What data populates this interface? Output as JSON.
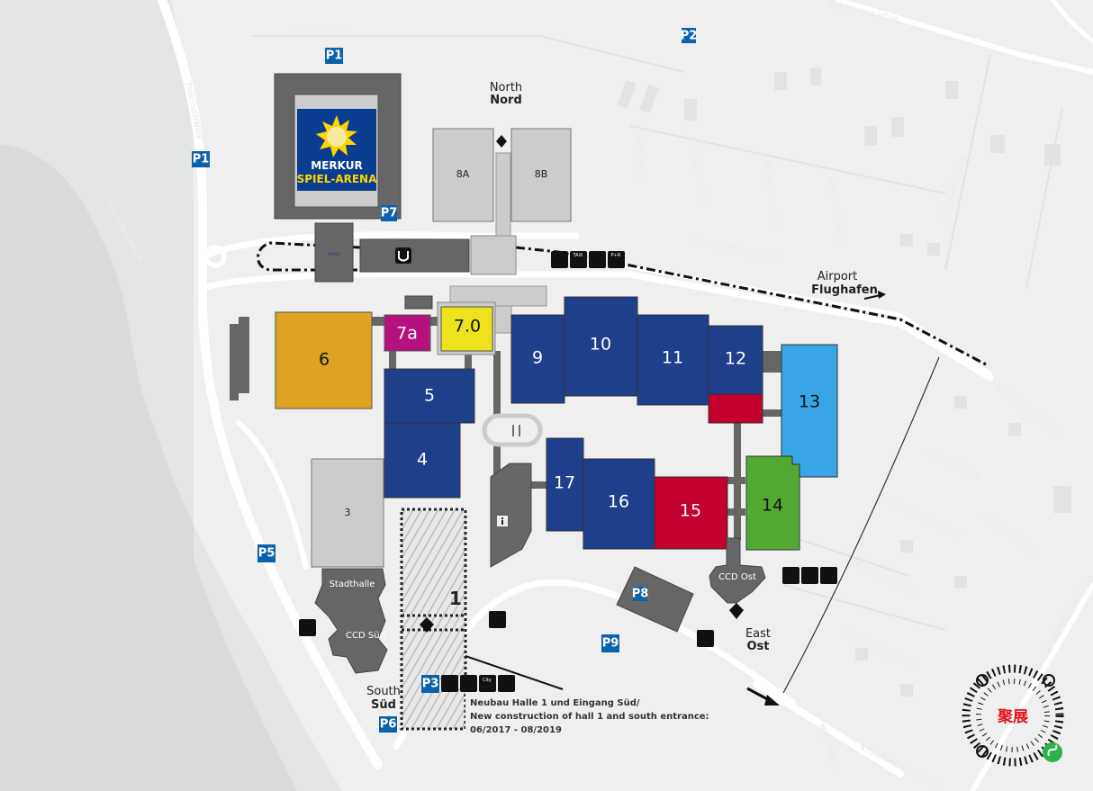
{
  "colors": {
    "background": "#efefef",
    "water": "#d9dcdb",
    "hall_blue": "#1e3f8a",
    "hall_red": "#c4002f",
    "hall_green": "#52a833",
    "hall_light_blue": "#38a6e6",
    "hall_yellow": "#ede21b",
    "hall_orange": "#dfa322",
    "hall_magenta": "#b5127f",
    "hall_gray": "#cccccc",
    "building_dark": "#666666",
    "parking_blue": "#0a62ac",
    "qr_red": "#e0141e",
    "qr_green": "#2bb24c"
  },
  "halls": {
    "h1": "1",
    "h3": "3",
    "h4": "4",
    "h5": "5",
    "h6": "6",
    "h7a": "7a",
    "h70": "7.0",
    "h8a": "8A",
    "h8b": "8B",
    "h9": "9",
    "h10": "10",
    "h11": "11",
    "h12": "12",
    "h13": "13",
    "h14": "14",
    "h15": "15",
    "h16": "16",
    "h17": "17"
  },
  "venues": {
    "arena_line1": "MERKUR",
    "arena_line2": "SPIEL-ARENA",
    "stadthalle": "Stadthalle",
    "ccd_sued": "CCD Süd",
    "ccd_ost": "CCD Ost",
    "hotel": "Hotel"
  },
  "entrances": {
    "north_en": "North",
    "north_de": "Nord",
    "east_en": "East",
    "east_de": "Ost",
    "south_en": "South",
    "south_de": "Süd",
    "airport_en": "Airport",
    "airport_de": "Flughafen"
  },
  "parking": [
    {
      "id": "p1_top",
      "label": "P1"
    },
    {
      "id": "p1_left",
      "label": "P1"
    },
    {
      "id": "p2",
      "label": "P2"
    },
    {
      "id": "p3",
      "label": "P3"
    },
    {
      "id": "p5",
      "label": "P5"
    },
    {
      "id": "p6",
      "label": "P6"
    },
    {
      "id": "p7",
      "label": "P7"
    },
    {
      "id": "p8",
      "label": "P8"
    },
    {
      "id": "p9",
      "label": "P9"
    }
  ],
  "transport_icons": {
    "taxi": "TAXI",
    "city": "City",
    "pr": "P+R"
  },
  "streets": {
    "spielfeldweg": "SPIELFELDWEG",
    "tribuene": "TRIBÜNENWEG",
    "lohauser": "LOHAUSER DEICH",
    "stockumer_hoefe": "STOCKUMER HÖFE",
    "heymstrasse": "HEYMSTRASSE",
    "rilkestrasse": "RILKESTRASSE",
    "novalisstrasse": "NOVALISSTRASSE",
    "moerikestrasse": "MÖRIKESTRASSE",
    "claudiusstrasse": "CLAUDIUSSTRASSE",
    "droste": "DROSTE-HÜLSHOFF-STR.",
    "beckbusch": "BECKBUSCHSTRASSE",
    "lilien": "LILIENSTRASSE",
    "holunder": "HOLUNDERSTRASSE",
    "enzian": "ENZIANSTRASSE",
    "begonien": "BEGONIENSTRASSE",
    "gladiolen": "GLADIOLENSTRASSE",
    "kaiserswerther": "KAISERSWERTHER STR.",
    "weidenweg": "WEIDENWEG",
    "stockumer_kirch": "STOCKUMER KIRCHSTR."
  },
  "construction_note": {
    "line1": "Neubau Halle 1 und Eingang Süd/",
    "line2": "New construction of hall 1 and south entrance:",
    "line3": "06/2017 - 08/2019"
  },
  "qr": {
    "brand": "聚展"
  }
}
